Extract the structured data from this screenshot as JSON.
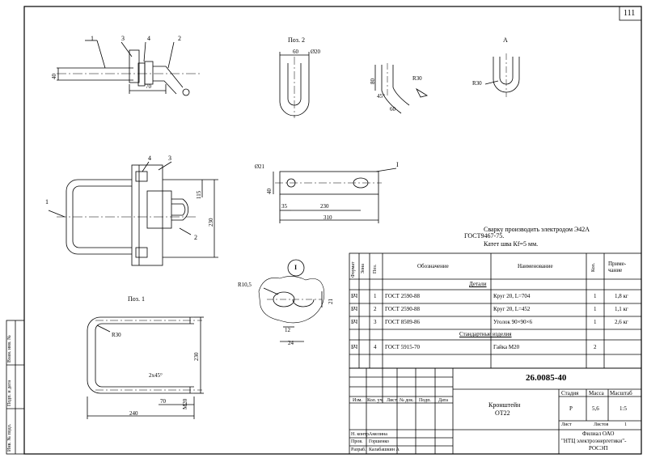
{
  "page_number": "111",
  "views": {
    "pos2_label": "Поз. 2",
    "pos1_label": "Поз. 1",
    "view_a_label": "А",
    "callout_I": "I",
    "callout_I_circle": "I"
  },
  "callouts": {
    "top": [
      "1",
      "3",
      "4",
      "2"
    ],
    "mid": [
      "4",
      "3",
      "1",
      "2"
    ]
  },
  "dimensions": {
    "top_40": "40",
    "top_70": "70",
    "pos2_60": "60",
    "pos2_d20": "Ø20",
    "bend_80": "80",
    "bend_r30": "R30",
    "bend_45": "45°",
    "bend_60": "60",
    "viewA_r30": "R30",
    "side_115": "115",
    "side_230": "230",
    "plate_d21": "Ø21",
    "plate_40": "40",
    "plate_35": "35",
    "plate_230": "230",
    "plate_310": "310",
    "det_r105": "R10,5",
    "det_21": "21",
    "det_12": "12",
    "det_24": "24",
    "pos1_r30": "R30",
    "pos1_230": "230",
    "pos1_2x45": "2х45°",
    "pos1_70": "70",
    "pos1_m20": "М20",
    "pos1_240": "240"
  },
  "notes": {
    "line1": "Сварку производить электродом Э42А",
    "line2": "ГОСТ9467-75.",
    "line3": "Катет шва Кf=5 мм."
  },
  "spec_table": {
    "headers": {
      "format": "Формат",
      "zone": "Зона",
      "pos": "Поз.",
      "designation": "Обозначение",
      "name": "Наименование",
      "qty": "Кол.",
      "note": "Приме-чание"
    },
    "section_details": "Детали",
    "section_standard": "Стандартные изделия",
    "rows": [
      {
        "format": "БЧ",
        "pos": "1",
        "designation": "ГОСТ 2590-88",
        "name": "Круг 20, L=704",
        "qty": "1",
        "note": "1,8 кг"
      },
      {
        "format": "БЧ",
        "pos": "2",
        "designation": "ГОСТ 2590-88",
        "name": "Круг 20, L=452",
        "qty": "1",
        "note": "1,1 кг"
      },
      {
        "format": "БЧ",
        "pos": "3",
        "designation": "ГОСТ 8509-86",
        "name": "Уголок 90×90×6",
        "qty": "1",
        "note": "2,6 кг"
      },
      {
        "format": "БЧ",
        "pos": "4",
        "designation": "ГОСТ 5915-70",
        "name": "Гайка М20",
        "qty": "2",
        "note": ""
      }
    ]
  },
  "title_block": {
    "doc_number": "26.0085-40",
    "title_line1": "Кронштейн",
    "title_line2": "ОТ22",
    "stage_label": "Стадия",
    "mass_label": "Масса",
    "scale_label": "Масштаб",
    "stage": "Р",
    "mass": "5,6",
    "scale": "1:5",
    "sheet_label": "Лист",
    "sheets_label": "Листов",
    "sheets": "1",
    "org_line1": "Филиал ОАО",
    "org_line2": "\"НТЦ электроэнергетики\"-",
    "org_line3": "РОСЭП",
    "cols": [
      "Изм.",
      "Кол. уч.",
      "Лист",
      "№ док.",
      "Подп.",
      "Дата"
    ],
    "staff": [
      {
        "role": "Н. контр.",
        "name": "Амелина"
      },
      {
        "role": "Пров.",
        "name": "Горшенко"
      },
      {
        "role": "Разраб.",
        "name": "Калабашкин А"
      }
    ]
  },
  "side_stamp": [
    "Инв. № подл.",
    "Подп. и дата",
    "Взам. инв. №"
  ]
}
